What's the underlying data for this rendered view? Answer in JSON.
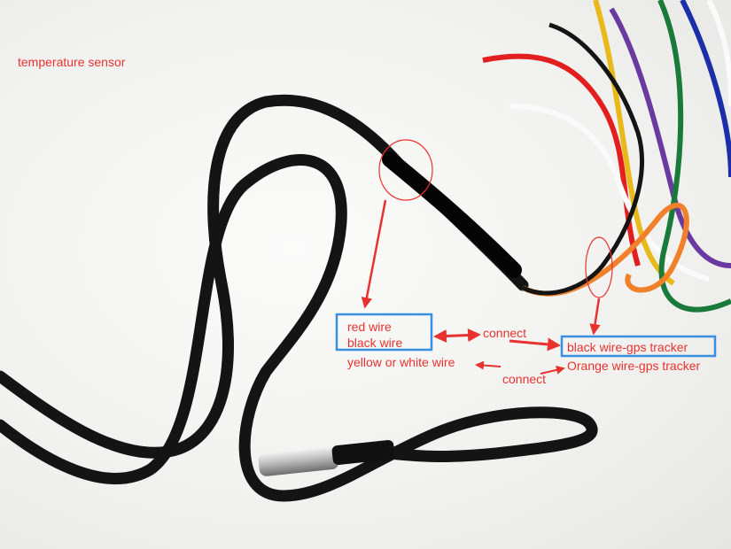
{
  "labels": {
    "title": "temperature sensor",
    "red_wire": "red wire",
    "black_wire": "black wire",
    "yellow_white_wire": "yellow or white wire",
    "connect_top": "connect",
    "connect_bottom": "connect",
    "black_gps": "black wire-gps tracker",
    "orange_gps": "Orange wire-gps tracker"
  },
  "colors": {
    "annotation": "#e8322f",
    "box": "#3a8fe0",
    "cable": "#141414"
  }
}
